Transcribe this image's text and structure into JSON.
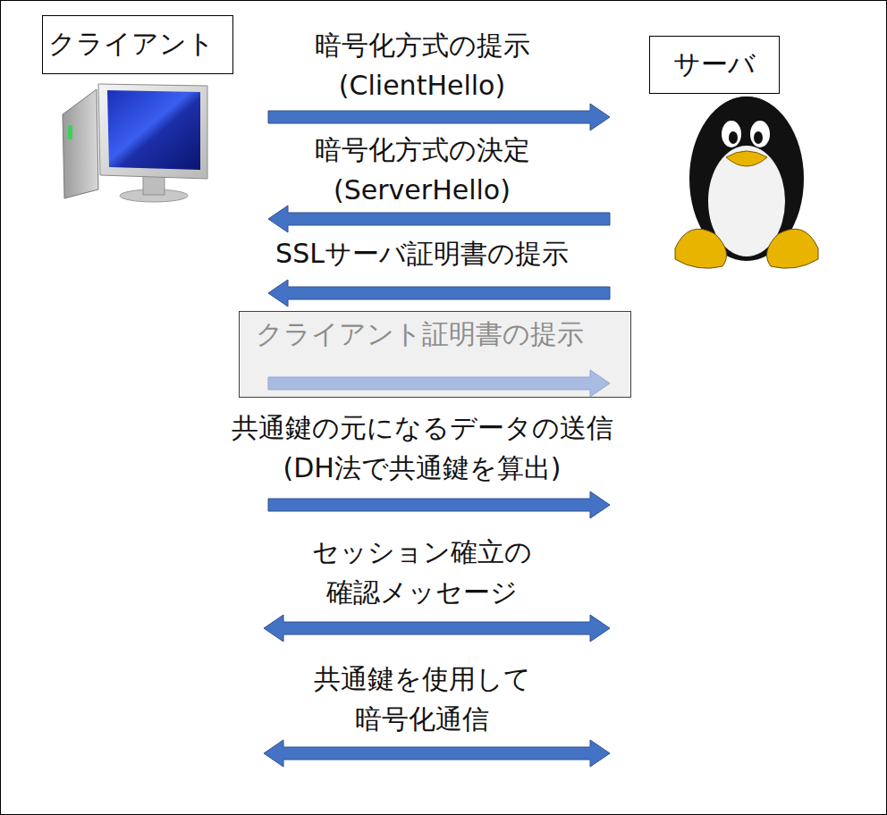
{
  "diagram": {
    "nodes": [
      {
        "text": [
          "クライアント"
        ]
      },
      {
        "text": [
          "サーバ"
        ]
      },
      {
        "text": [
          "クライアント証明書の提示"
        ]
      }
    ],
    "labels": [
      "暗号化方式の提示 (ClientHello)",
      "暗号化方式の決定 (ServerHello)",
      "SSLサーバ証明書の提示",
      "共通鍵の元になるデータの送信 (DH法で共通鍵を算出)",
      "セッション確立の 確認メッセージ",
      "共通鍵を使用して 暗号化通信"
    ]
  }
}
